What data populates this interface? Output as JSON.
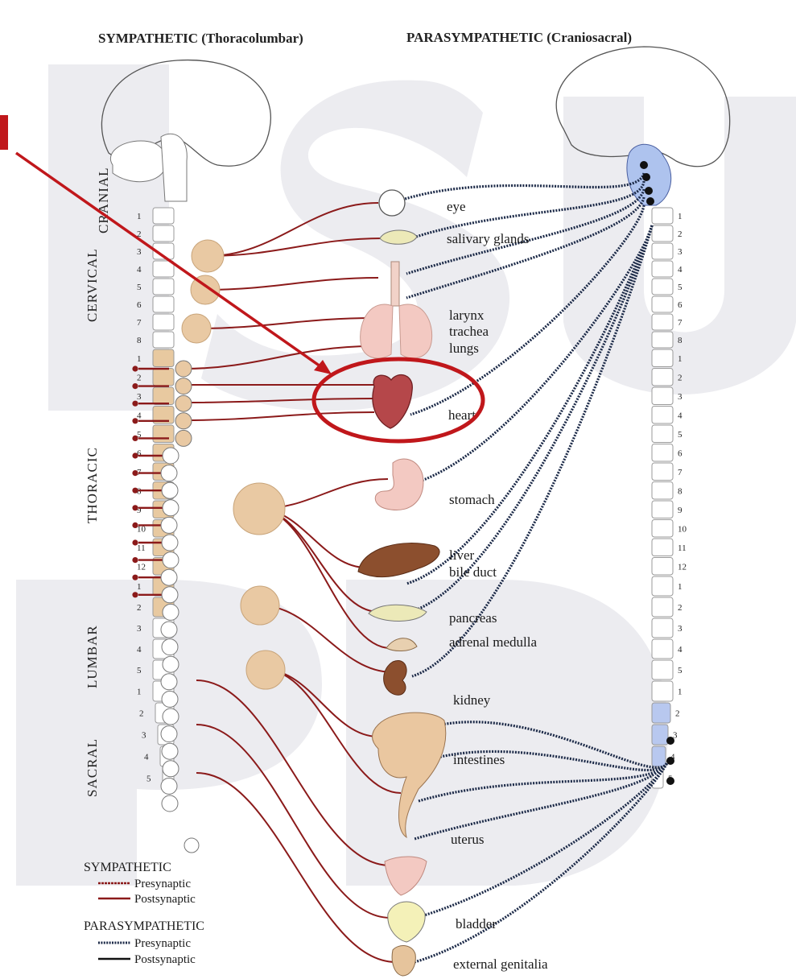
{
  "header": {
    "sympathetic": "SYMPATHETIC (Thoracolumbar)",
    "parasympathetic": "PARASYMPATHETIC (Craniosacral)"
  },
  "regions": {
    "cranial": "CRANIAL",
    "cervical": "CERVICAL",
    "thoracic": "THORACIC",
    "lumbar": "LUMBAR",
    "sacral": "SACRAL"
  },
  "organs": {
    "eye": "eye",
    "salivary": "salivary glands",
    "larynx": "larynx",
    "trachea": "trachea",
    "lungs": "lungs",
    "heart": "heart",
    "stomach": "stomach",
    "liver": "liver",
    "bile_duct": "bile duct",
    "pancreas": "pancreas",
    "adrenal": "adrenal medulla",
    "kidney": "kidney",
    "intestines": "intestines",
    "uterus": "uterus",
    "bladder": "bladder",
    "genitalia": "external genitalia"
  },
  "vertebrae": {
    "cervical": [
      "1",
      "2",
      "3",
      "4",
      "5",
      "6",
      "7",
      "8"
    ],
    "thoracic": [
      "1",
      "2",
      "3",
      "4",
      "5",
      "6",
      "7",
      "8",
      "9",
      "10",
      "11",
      "12"
    ],
    "lumbar": [
      "1",
      "2",
      "3",
      "4",
      "5"
    ],
    "sacral": [
      "1",
      "2",
      "3",
      "4",
      "5"
    ]
  },
  "legend": {
    "sympathetic_title": "SYMPATHETIC",
    "sympathetic_pre": "Presynaptic",
    "sympathetic_post": "Postsynaptic",
    "parasympathetic_title": "PARASYMPATHETIC",
    "parasympathetic_pre": "Presynaptic",
    "parasympathetic_post": "Postsynaptic"
  },
  "colors": {
    "sympathetic": "#8b1a1a",
    "parasympathetic": "#1c2a48",
    "highlight": "#c0171b",
    "ganglion": "#e9c9a3",
    "watermark": "#e8e8ec"
  }
}
